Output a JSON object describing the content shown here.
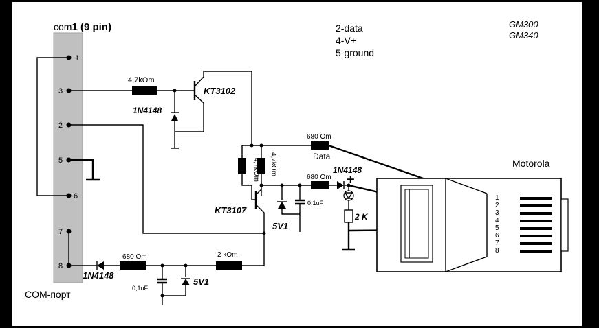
{
  "com": {
    "title_prefix": "com",
    "title_num": "1",
    "title_suffix": " (9 pin)",
    "footer": "COM-порт",
    "pins": [
      "1",
      "3",
      "2",
      "5",
      "6",
      "7",
      "8"
    ]
  },
  "legend": {
    "line1": "2-data",
    "line2": "4-V+",
    "line3": "5-ground"
  },
  "models": {
    "m1": "GM300",
    "m2": "GM340"
  },
  "components": {
    "r_in": "4,7kOm",
    "diode_top": "1N4148",
    "q1": "KT3102",
    "r_data": "680 Om",
    "data_label": "Data",
    "r_v1": "4,7kOm",
    "r_v2": "4,7kOm",
    "diode_right": "1N4148",
    "r_vplus": "680 Om",
    "plus_sign": "+",
    "cap_right": "0.1uF",
    "zener_right": "5V1",
    "q2": "KT3107",
    "r_led": "2 K",
    "diode_bottom": "1N4148",
    "r_bottom": "680 Om",
    "cap_bottom": "0,1uF",
    "zener_bottom": "5V1",
    "r_bottom2": "2 kOm"
  },
  "connector": {
    "title": "Motorola",
    "pins": [
      "1",
      "2",
      "3",
      "4",
      "5",
      "6",
      "7",
      "8"
    ]
  }
}
